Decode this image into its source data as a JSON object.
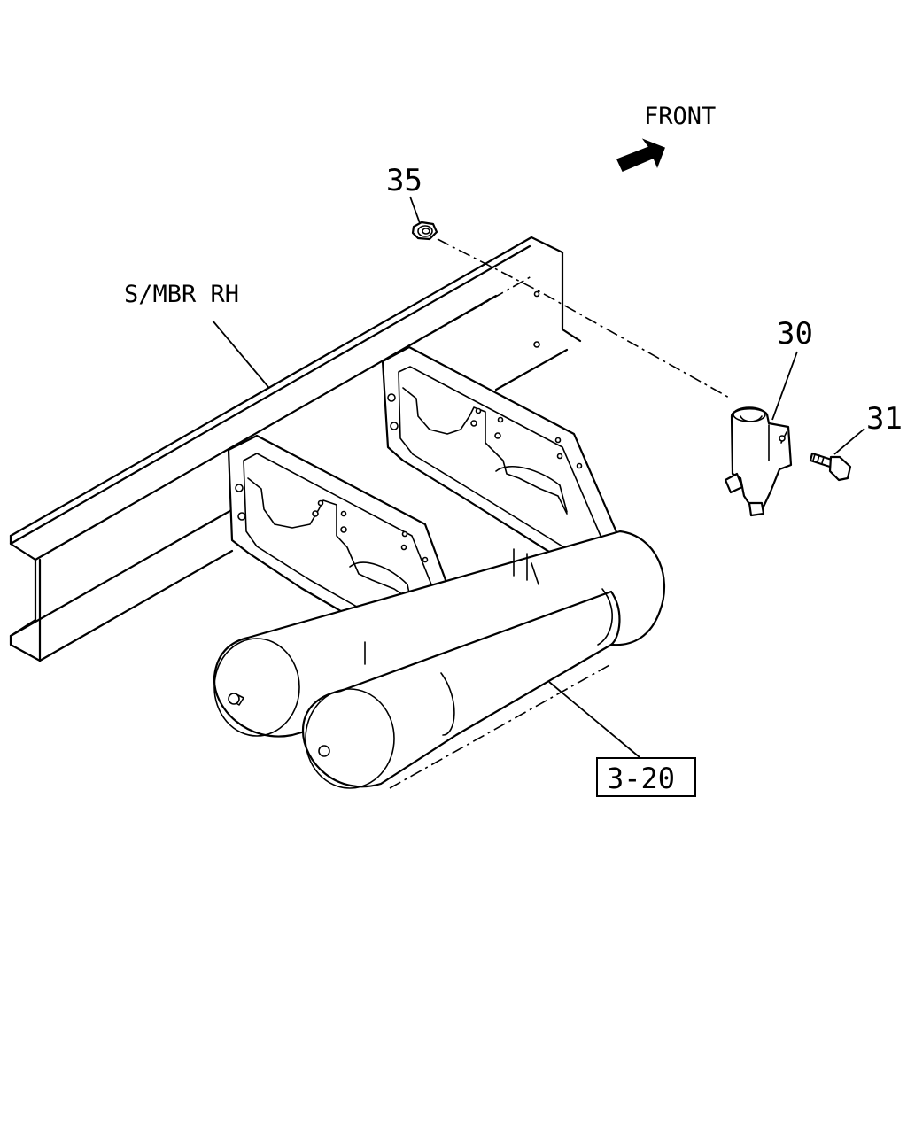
{
  "labels": {
    "front": "FRONT",
    "side_member": "S/MBR RH",
    "part_35": "35",
    "part_30": "30",
    "part_31": "31",
    "ref_box": "3-20"
  },
  "icons": {
    "front_arrow": "arrow-upper-right-icon"
  }
}
